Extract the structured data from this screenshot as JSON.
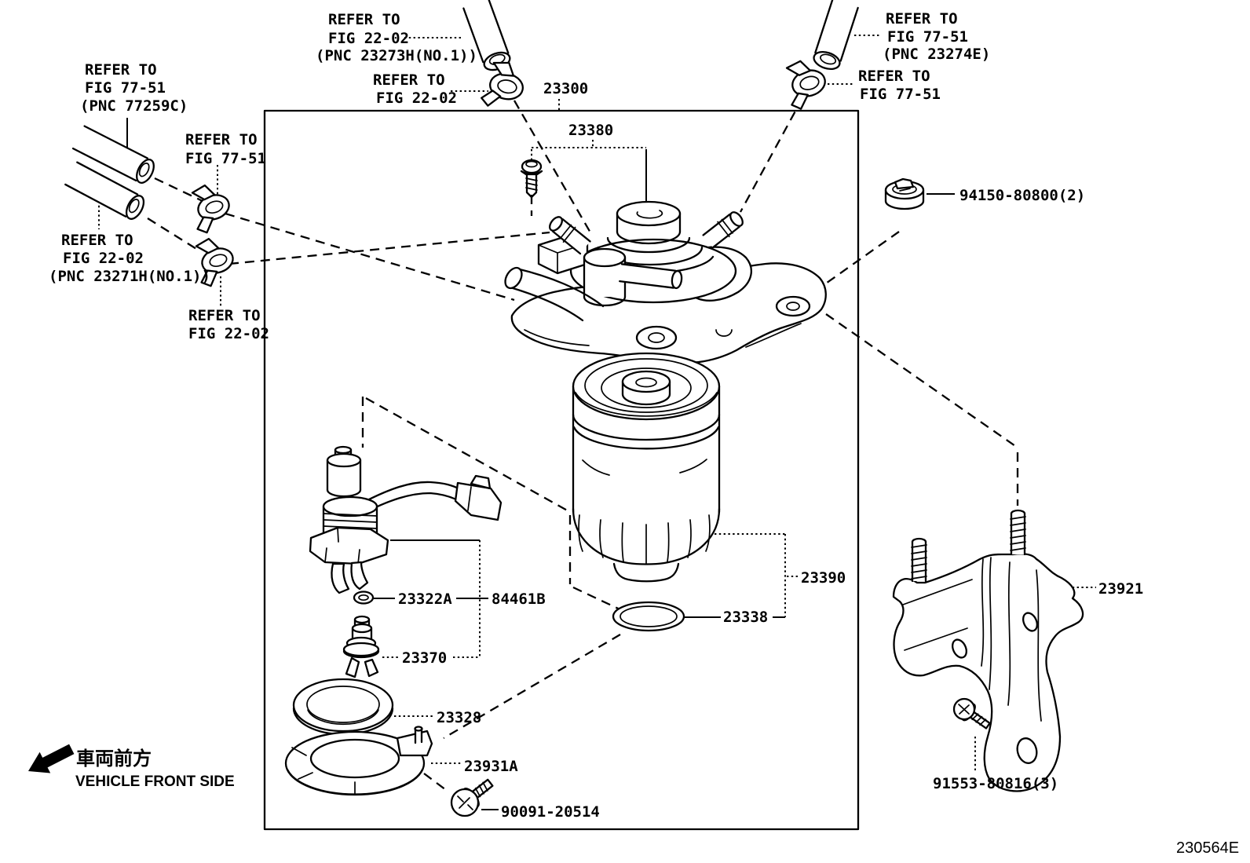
{
  "figure_code": "230564E",
  "direction": {
    "jp": "車両前方",
    "en": "VEHICLE FRONT SIDE"
  },
  "colors": {
    "line": "#000000",
    "background": "#ffffff"
  },
  "refs": {
    "tl": [
      "REFER TO",
      "FIG 77-51",
      "(PNC 77259C)"
    ],
    "tl2": [
      "REFER TO",
      "FIG 77-51"
    ],
    "left": [
      "REFER TO",
      "FIG 22-02",
      "(PNC 23271H(NO.1))"
    ],
    "left2": [
      "REFER TO",
      "FIG 22-02"
    ],
    "tc": [
      "REFER TO",
      "FIG 22-02",
      "(PNC 23273H(NO.1))"
    ],
    "tc2": [
      "REFER TO",
      "FIG 22-02"
    ],
    "tr": [
      "REFER TO",
      "FIG 77-51",
      "(PNC 23274E)"
    ],
    "tr2": [
      "REFER TO",
      "FIG 77-51"
    ]
  },
  "parts": {
    "p23300": "23300",
    "p23380": "23380",
    "p94150": "94150-80800(2)",
    "p23322A": "23322A",
    "p84461B": "84461B",
    "p23370": "23370",
    "p23390": "23390",
    "p23338": "23338",
    "p23328": "23328",
    "p23931A": "23931A",
    "p90091": "90091-20514",
    "p23921": "23921",
    "p91553": "91553-80816(3)"
  }
}
